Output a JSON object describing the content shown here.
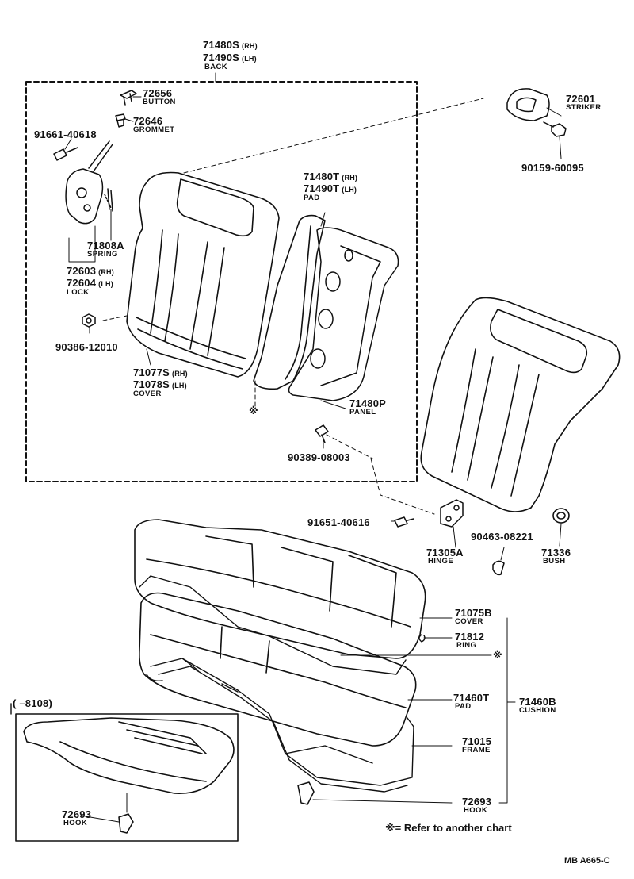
{
  "diagram": {
    "callouts": {
      "back": {
        "line1": "71480S",
        "suf1": "(RH)",
        "line2": "71490S",
        "suf2": "(LH)",
        "name": "BACK"
      },
      "button": {
        "part": "72656",
        "name": "BUTTON"
      },
      "grommet": {
        "part": "72646",
        "name": "GROMMET"
      },
      "bolt_lock": {
        "part": "91661-40618"
      },
      "spring": {
        "part": "71808A",
        "name": "SPRING"
      },
      "lock": {
        "line1": "72603",
        "suf1": "(RH)",
        "line2": "72604",
        "suf2": "(LH)",
        "name": "LOCK"
      },
      "nut_back": {
        "part": "90386-12010"
      },
      "cover_back": {
        "line1": "71077S",
        "suf1": "(RH)",
        "line2": "71078S",
        "suf2": "(LH)",
        "name": "COVER"
      },
      "pad_back": {
        "line1": "71480T",
        "suf1": "(RH)",
        "line2": "71490T",
        "suf2": "(LH)",
        "name": "PAD"
      },
      "panel": {
        "part": "71480P",
        "name": "PANEL"
      },
      "screw_panel": {
        "part": "90389-08003"
      },
      "striker": {
        "part": "72601",
        "name": "STRIKER"
      },
      "nut_striker": {
        "part": "90159-60095"
      },
      "bolt_hinge": {
        "part": "91651-40616"
      },
      "hinge": {
        "part": "71305A",
        "name": "HINGE"
      },
      "clip_hinge": {
        "part": "90463-08221"
      },
      "bush": {
        "part": "71336",
        "name": "BUSH"
      },
      "cover_cushion": {
        "part": "71075B",
        "name": "COVER"
      },
      "ring": {
        "part": "71812",
        "name": "RING"
      },
      "pad_cushion": {
        "part": "71460T",
        "name": "PAD"
      },
      "cushion": {
        "part": "71460B",
        "name": "CUSHION"
      },
      "frame": {
        "part": "71015",
        "name": "FRAME"
      },
      "hook": {
        "part": "72693",
        "name": "HOOK"
      },
      "hook_inset": {
        "part": "72693",
        "name": "HOOK"
      }
    },
    "refer_mark": "※",
    "inset_range": "(      –8108)",
    "legend": "※= Refer to another chart",
    "code": "MB A665-C"
  }
}
